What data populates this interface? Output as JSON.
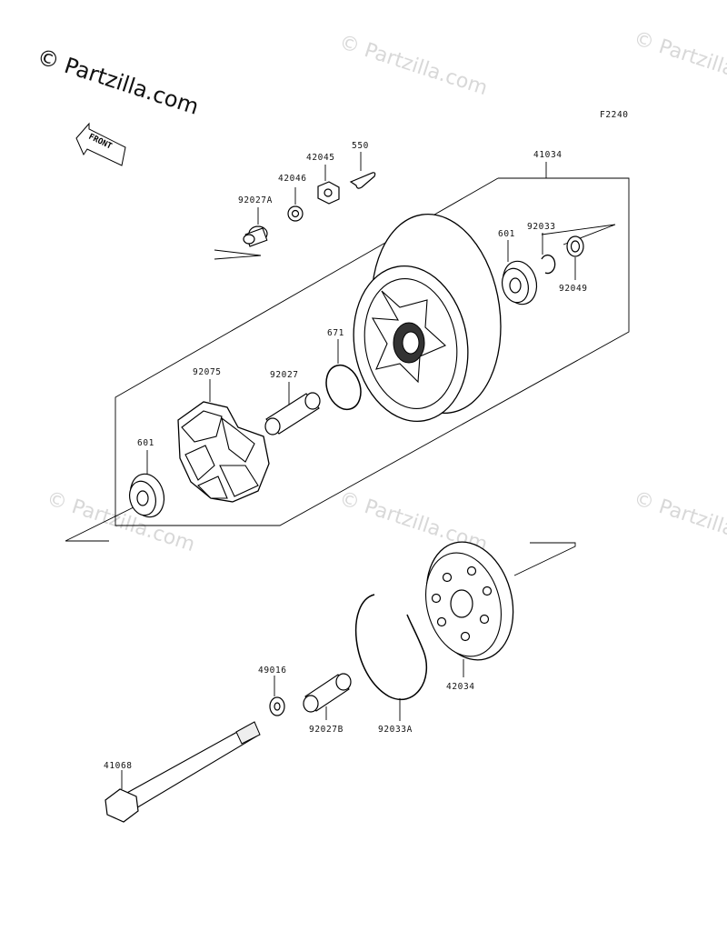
{
  "watermark": {
    "copyright": "© Partzilla.com",
    "tile": "© Partzilla.com"
  },
  "diagram": {
    "code": "F2240",
    "front_label": "FRONT",
    "parts": [
      {
        "id": "p-92027a",
        "label": "92027A"
      },
      {
        "id": "p-42046",
        "label": "42046"
      },
      {
        "id": "p-42045",
        "label": "42045"
      },
      {
        "id": "p-550",
        "label": "550"
      },
      {
        "id": "p-41034",
        "label": "41034"
      },
      {
        "id": "p-601-top",
        "label": "601"
      },
      {
        "id": "p-92033",
        "label": "92033"
      },
      {
        "id": "p-92049",
        "label": "92049"
      },
      {
        "id": "p-671",
        "label": "671"
      },
      {
        "id": "p-92075",
        "label": "92075"
      },
      {
        "id": "p-92027",
        "label": "92027"
      },
      {
        "id": "p-601-left",
        "label": "601"
      },
      {
        "id": "p-42034",
        "label": "42034"
      },
      {
        "id": "p-49016",
        "label": "49016"
      },
      {
        "id": "p-92027b",
        "label": "92027B"
      },
      {
        "id": "p-92033a",
        "label": "92033A"
      },
      {
        "id": "p-41068",
        "label": "41068"
      }
    ]
  }
}
